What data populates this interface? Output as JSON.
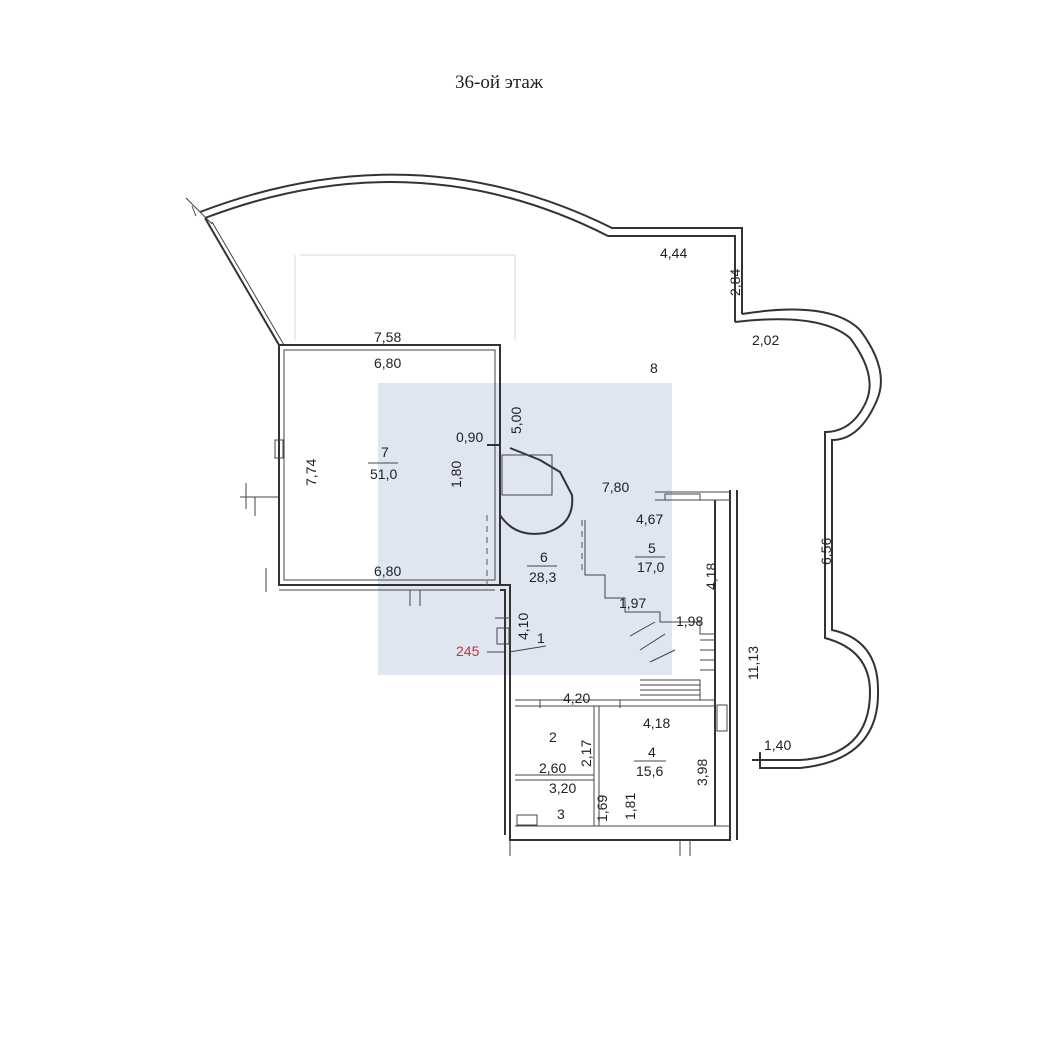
{
  "title": "36-ой этаж",
  "watermark_color": "#dfe6f1",
  "marker_color": "#d03030",
  "rooms": {
    "r1": {
      "num": "1"
    },
    "r2": {
      "num": "2"
    },
    "r3": {
      "num": "3"
    },
    "r4": {
      "num": "4",
      "area": "15,6"
    },
    "r5": {
      "num": "5",
      "area": "17,0"
    },
    "r6": {
      "num": "6",
      "area": "28,3"
    },
    "r7": {
      "num": "7",
      "area": "51,0"
    },
    "r8": {
      "num": "8"
    }
  },
  "marker": "245",
  "dims": {
    "d444": "4,44",
    "d284": "2,84",
    "d202": "2,02",
    "d758": "7,58",
    "d680a": "6,80",
    "d680b": "6,80",
    "d774": "7,74",
    "d090": "0,90",
    "d500": "5,00",
    "d180": "1,80",
    "d780": "7,80",
    "d467": "4,67",
    "d418a": "4,18",
    "d656": "6,56",
    "d197": "1,97",
    "d198": "1,98",
    "d410": "4,10",
    "d1113": "11,13",
    "d420": "4,20",
    "d418b": "4,18",
    "d217": "2,17",
    "d398": "3,98",
    "d260": "2,60",
    "d320": "3,20",
    "d169": "1,69",
    "d181": "1,81",
    "d140": "1,40"
  }
}
